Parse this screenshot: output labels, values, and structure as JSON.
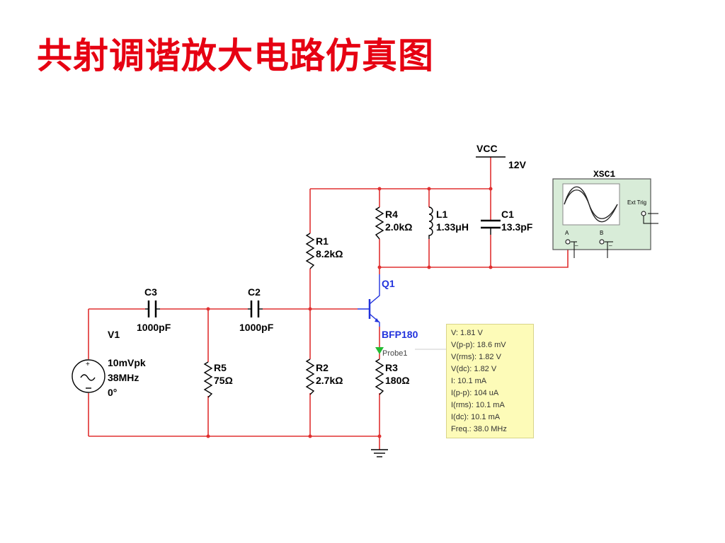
{
  "title": "共射调谐放大电路仿真图",
  "components": {
    "vcc": {
      "name": "VCC",
      "value": "12V"
    },
    "r1": {
      "name": "R1",
      "value": "8.2kΩ"
    },
    "r2": {
      "name": "R2",
      "value": "2.7kΩ"
    },
    "r3": {
      "name": "R3",
      "value": "180Ω"
    },
    "r4": {
      "name": "R4",
      "value": "2.0kΩ"
    },
    "r5": {
      "name": "R5",
      "value": "75Ω"
    },
    "l1": {
      "name": "L1",
      "value": "1.33μH"
    },
    "c1": {
      "name": "C1",
      "value": "13.3pF"
    },
    "c2": {
      "name": "C2",
      "value": "1000pF"
    },
    "c3": {
      "name": "C3",
      "value": "1000pF"
    },
    "q1": {
      "name": "Q1",
      "model": "BFP180"
    },
    "v1": {
      "name": "V1",
      "amplitude": "10mVpk",
      "freq": "38MHz",
      "phase": "0°"
    },
    "xsc1": {
      "name": "XSC1",
      "ext_trig": "Ext Trig",
      "ch_a": "A",
      "ch_b": "B"
    },
    "probe": {
      "name": "Probe1"
    }
  },
  "probe_readout": [
    "V: 1.81 V",
    "V(p-p): 18.6 mV",
    "V(rms): 1.82 V",
    "V(dc): 1.82 V",
    "I: 10.1 mA",
    "I(p-p): 104 uA",
    "I(rms): 10.1 mA",
    "I(dc): 10.1 mA",
    "Freq.: 38.0 MHz"
  ],
  "colors": {
    "title": "#e60012",
    "wire": "#e03030",
    "transistor": "#2233dd",
    "probe_bg": "#fdfbb8",
    "scope_bg": "#d8ecd8"
  }
}
